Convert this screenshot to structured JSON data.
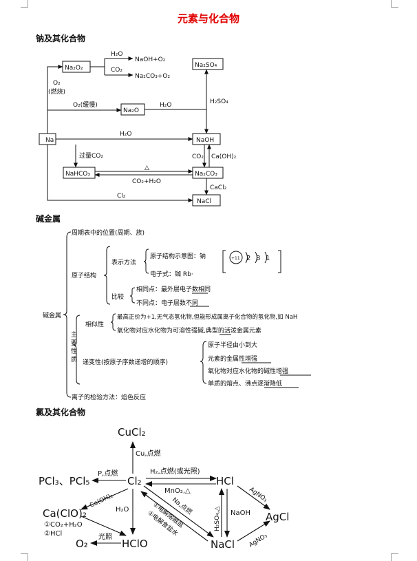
{
  "page_title": "元素与化合物",
  "sections": {
    "sodium": "钠及其化合物",
    "alkali": "碱金属",
    "chlorine": "氯及其化合物"
  },
  "sodium_diagram": {
    "na": "Na",
    "na2o2": "Na₂O₂",
    "na2o": "Na₂O",
    "naoh": "NaOH",
    "na2so4": "Na₂SO₄",
    "nahco3": "NaHCO₃",
    "na2co3": "Na₂CO₃",
    "nacl": "NaCl",
    "h2o": "H₂O",
    "co2": "CO₂",
    "prod_naoh_o2": "NaOH+O₂",
    "prod_na2co3_o2": "Na₂CO₃+O₂",
    "o2": "O₂",
    "burn": "(燃烧)",
    "o2_slow": "O₂(缓慢)",
    "h2o_to_naoh": "H₂O",
    "h2o_na_naoh": "H₂O",
    "h2so4": "H₂SO₄",
    "excess_co2": "过量CO₂",
    "delta": "△",
    "co2_h2o": "CO₂+H₂O",
    "co2_small": "CO₂",
    "caoh2": "Ca(OH)₂",
    "cacl2": "CaCl₂",
    "cl2": "Cl₂"
  },
  "alkali_tree": {
    "root": "碱金属",
    "position": "周期表中的位置(周期、族)",
    "atomic_structure": "原子结构",
    "representation": "表示方法",
    "structure_diagram": "原子结构示意图：钠",
    "nucleus": "+11",
    "shells": [
      "2",
      "8",
      "1"
    ],
    "electron_formula": "电子式：铷 Rb·",
    "compare": "比较",
    "same": "相同点：最外层电子数相同",
    "diff": "不同点：电子层数不同",
    "main_props": "主要性质",
    "similarity": "相似性",
    "sim1": "最高正价为+1,无气态氢化物,但能形成属离子化合物的氢化物,如 NaH",
    "sim2": "氧化物对应水化物为可溶性强碱,典型的活泼金属元素",
    "gradation": "递变性(按原子序数递增的顺序)",
    "grad1": "原子半径由小到大",
    "grad2": "元素的金属性增强",
    "grad3": "氧化物对应水化物的碱性增强",
    "grad4": "单质的熔点、沸点逐渐降低",
    "ion_test": "离子的检验方法：焰色反应"
  },
  "chlorine_diagram": {
    "cucl2": "CuCl₂",
    "cu_ignite": "Cu,点燃",
    "cl2": "Cl₂",
    "pcl": "PCl₃、PCl₅",
    "p_ignite": "P,点燃",
    "hcl": "HCl",
    "h2_ignite": "H₂,点燃(或光照)",
    "mno2": "MnO₂,△",
    "caclo2": "Ca(ClO)₂",
    "caoh2": "Ca(OH)₂",
    "co2_h2o": "①CO₂+H₂O",
    "hcl2": "②HCl",
    "h2o": "H₂O",
    "hclo": "HClO",
    "light": "光照",
    "o2": "O₂",
    "na_ignite": "Na,点燃",
    "elec1": "①电解熔融盐",
    "elec2": "②电解食盐水",
    "h2so4": "H₂SO₄,△",
    "naoh": "NaOH",
    "nacl": "NaCl",
    "agno3_top": "AgNO₃",
    "agno3_bottom": "AgNO₃",
    "agcl": "AgCl"
  }
}
